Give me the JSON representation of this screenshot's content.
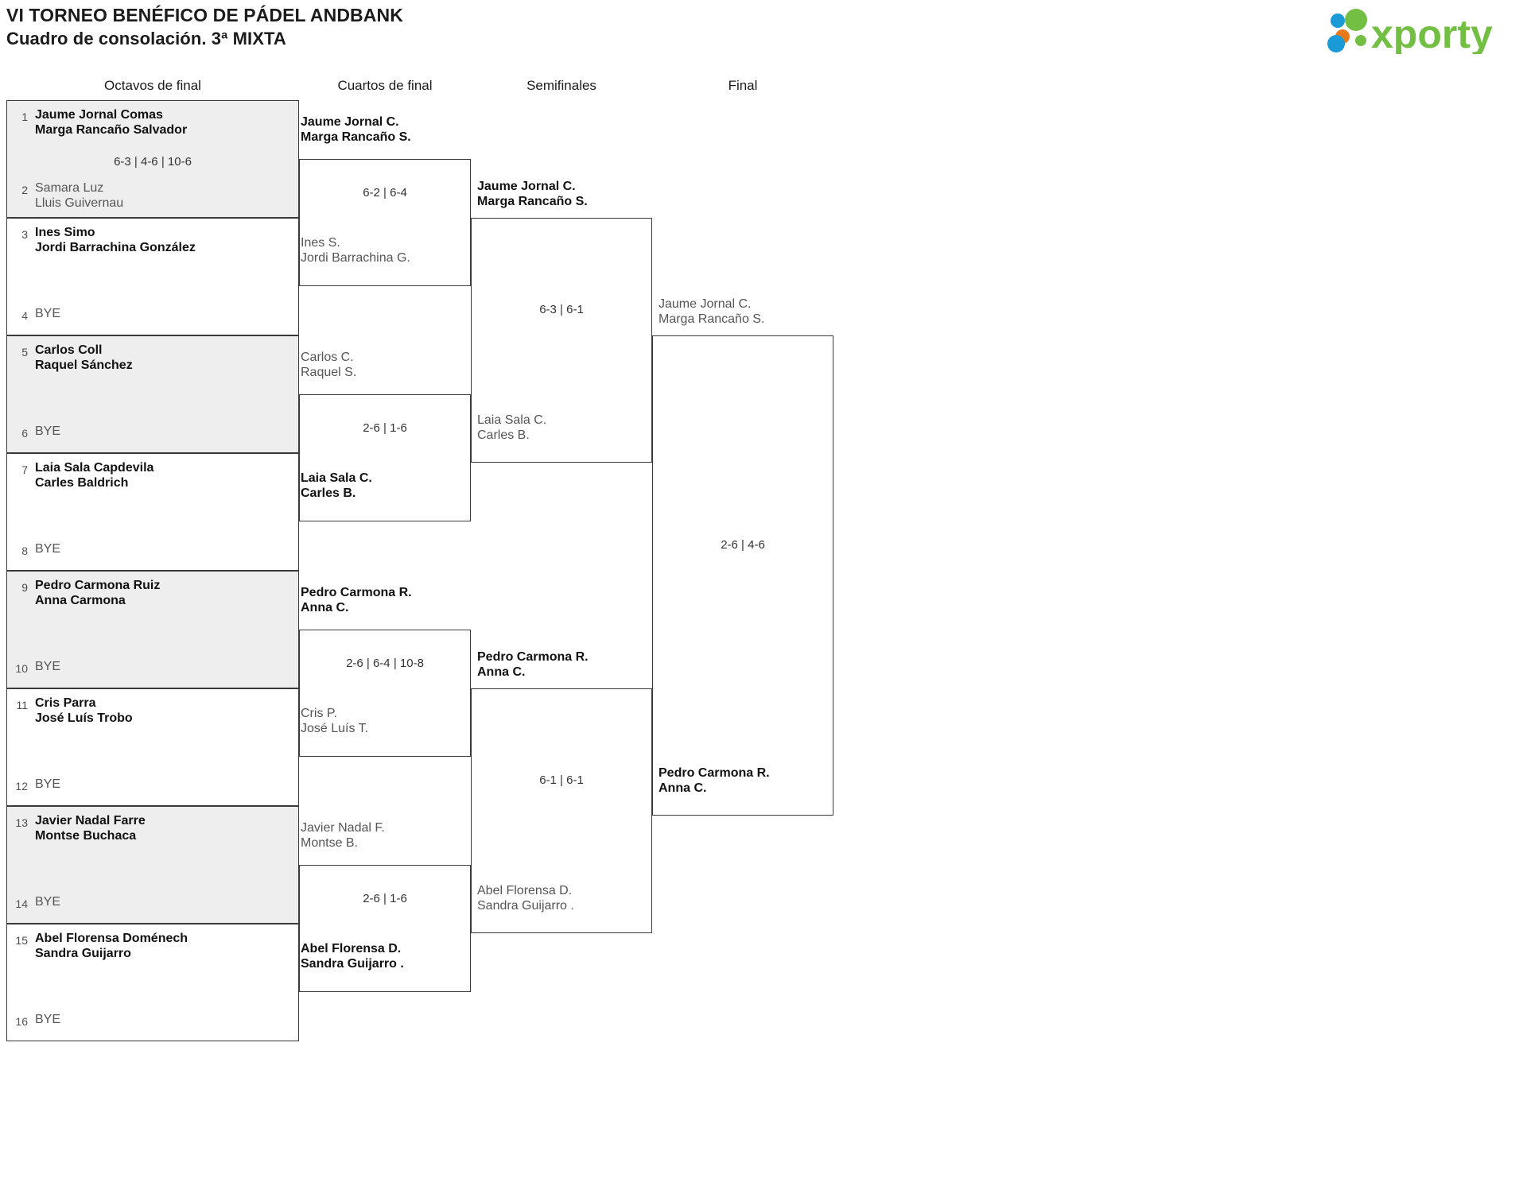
{
  "header": {
    "title_line1": "VI TORNEO BENÉFICO DE PÁDEL ANDBANK",
    "title_line2": "Cuadro de consolación. 3ª MIXTA",
    "logo_text": "xporty",
    "logo_colors": {
      "green": "#72bf44",
      "blue": "#1a9bd7",
      "orange": "#e8791a"
    }
  },
  "rounds": [
    {
      "key": "r16",
      "label": "Octavos de final"
    },
    {
      "key": "qf",
      "label": "Cuartos de final"
    },
    {
      "key": "sf",
      "label": "Semifinales"
    },
    {
      "key": "f",
      "label": "Final"
    }
  ],
  "r16": {
    "slots": [
      {
        "seed": "1",
        "p1": "Jaume Jornal Comas",
        "p2": "Marga Rancaño Salvador",
        "state": "winner",
        "bye": false
      },
      {
        "seed": "2",
        "p1": "Samara Luz",
        "p2": "Lluis Guivernau",
        "state": "loser",
        "bye": false
      },
      {
        "seed": "3",
        "p1": "Ines Simo",
        "p2": "Jordi Barrachina González",
        "state": "winner",
        "bye": false
      },
      {
        "seed": "4",
        "p1": "BYE",
        "p2": "",
        "state": "loser",
        "bye": true
      },
      {
        "seed": "5",
        "p1": "Carlos Coll",
        "p2": "Raquel Sánchez",
        "state": "winner",
        "bye": false
      },
      {
        "seed": "6",
        "p1": "BYE",
        "p2": "",
        "state": "loser",
        "bye": true
      },
      {
        "seed": "7",
        "p1": "Laia Sala Capdevila",
        "p2": "Carles Baldrich",
        "state": "winner",
        "bye": false
      },
      {
        "seed": "8",
        "p1": "BYE",
        "p2": "",
        "state": "loser",
        "bye": true
      },
      {
        "seed": "9",
        "p1": "Pedro Carmona Ruiz",
        "p2": "Anna Carmona",
        "state": "winner",
        "bye": false
      },
      {
        "seed": "10",
        "p1": "BYE",
        "p2": "",
        "state": "loser",
        "bye": true
      },
      {
        "seed": "11",
        "p1": "Cris Parra",
        "p2": "José Luís Trobo",
        "state": "winner",
        "bye": false
      },
      {
        "seed": "12",
        "p1": "BYE",
        "p2": "",
        "state": "loser",
        "bye": true
      },
      {
        "seed": "13",
        "p1": "Javier Nadal Farre",
        "p2": "Montse Buchaca",
        "state": "winner",
        "bye": false
      },
      {
        "seed": "14",
        "p1": "BYE",
        "p2": "",
        "state": "loser",
        "bye": true
      },
      {
        "seed": "15",
        "p1": "Abel Florensa Doménech",
        "p2": "Sandra Guijarro",
        "state": "winner",
        "bye": false
      },
      {
        "seed": "16",
        "p1": "BYE",
        "p2": "",
        "state": "loser",
        "bye": true
      }
    ],
    "scores": [
      "6-3 | 4-6 | 10-6",
      "",
      "",
      "",
      "",
      "",
      "",
      ""
    ]
  },
  "qf": {
    "matches": [
      {
        "top": {
          "p1": "Jaume Jornal C.",
          "p2": "Marga Rancaño S.",
          "state": "winner"
        },
        "bottom": {
          "p1": "Ines S.",
          "p2": "Jordi Barrachina G.",
          "state": "loser"
        },
        "score": "6-2 | 6-4"
      },
      {
        "top": {
          "p1": "Carlos C.",
          "p2": "Raquel S.",
          "state": "loser"
        },
        "bottom": {
          "p1": "Laia Sala C.",
          "p2": "Carles B.",
          "state": "winner"
        },
        "score": "2-6 | 1-6"
      },
      {
        "top": {
          "p1": "Pedro Carmona R.",
          "p2": "Anna C.",
          "state": "winner"
        },
        "bottom": {
          "p1": "Cris P.",
          "p2": "José Luís T.",
          "state": "loser"
        },
        "score": "2-6 | 6-4 | 10-8"
      },
      {
        "top": {
          "p1": "Javier Nadal F.",
          "p2": "Montse B.",
          "state": "loser"
        },
        "bottom": {
          "p1": "Abel Florensa D.",
          "p2": "Sandra Guijarro .",
          "state": "winner"
        },
        "score": "2-6 | 1-6"
      }
    ]
  },
  "sf": {
    "matches": [
      {
        "top": {
          "p1": "Jaume Jornal C.",
          "p2": "Marga Rancaño S.",
          "state": "winner"
        },
        "bottom": {
          "p1": "Laia Sala C.",
          "p2": "Carles B.",
          "state": "loser"
        },
        "score": "6-3 | 6-1"
      },
      {
        "top": {
          "p1": "Pedro Carmona R.",
          "p2": "Anna C.",
          "state": "winner"
        },
        "bottom": {
          "p1": "Abel Florensa D.",
          "p2": "Sandra Guijarro .",
          "state": "loser"
        },
        "score": "6-1 | 6-1"
      }
    ]
  },
  "f": {
    "matches": [
      {
        "top": {
          "p1": "Jaume Jornal C.",
          "p2": "Marga Rancaño S.",
          "state": "loser"
        },
        "bottom": {
          "p1": "Pedro Carmona R.",
          "p2": "Anna C.",
          "state": "winner"
        },
        "score": "2-6 | 4-6"
      }
    ]
  }
}
